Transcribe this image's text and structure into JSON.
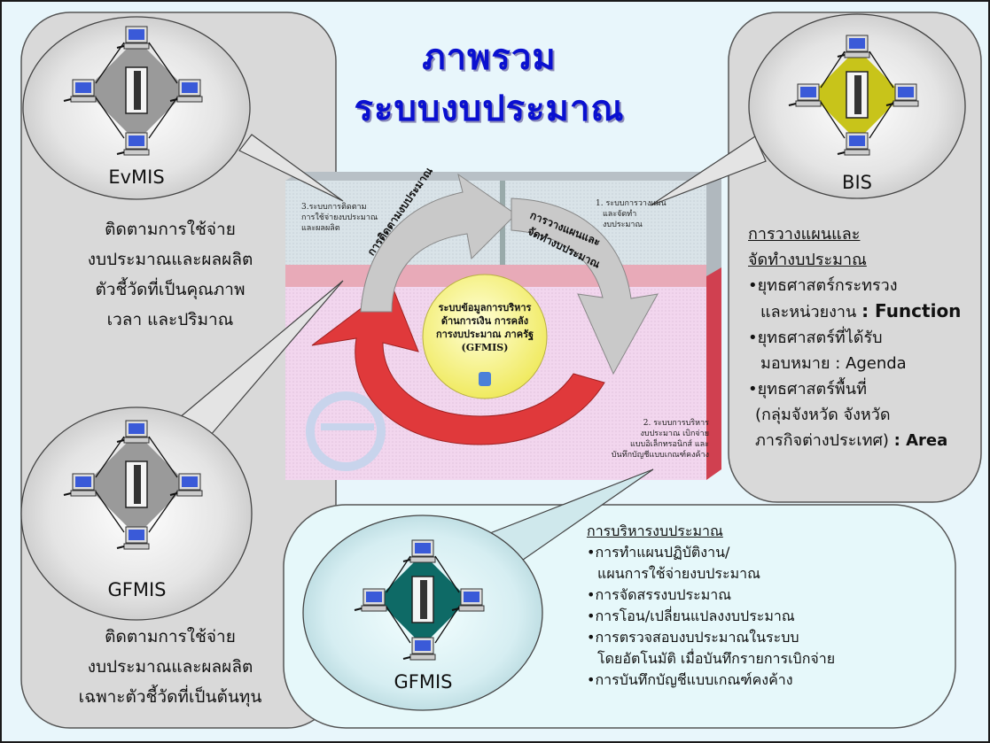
{
  "title": {
    "line1": "ภาพรวม",
    "line2": "ระบบงบประมาณ"
  },
  "evmis": {
    "label": "EvMIS",
    "desc": [
      "ติดตามการใช้จ่าย",
      "งบประมาณและผลผลิต",
      "ตัวชี้วัดที่เป็นคุณภาพ",
      "เวลา และปริมาณ"
    ]
  },
  "gfmis_left": {
    "label": "GFMIS",
    "desc": [
      "ติดตามการใช้จ่าย",
      "งบประมาณและผลผลิต",
      "เฉพาะตัวชี้วัดที่เป็นต้นทุน"
    ]
  },
  "bis": {
    "label": "BIS",
    "heading1": "การวางแผนและ",
    "heading2": "จัดทำงบประมาณ",
    "items": [
      "•ยุทธศาสตร์กระทรวง",
      "และหน่วยงาน",
      ": Function",
      "•ยุทธศาสตร์ที่ได้รับ",
      "มอบหมาย  :",
      "Agenda",
      "•ยุทธศาสตร์พื้นที่",
      "(กลุ่มจังหวัด จังหวัด",
      "ภารกิจต่างประเทศ)",
      ": Area"
    ]
  },
  "gfmis_bottom": {
    "label": "GFMIS",
    "heading": "การบริหารงบประมาณ",
    "items": [
      "•การทำแผนปฏิบัติงาน/",
      "แผนการใช้จ่ายงบประมาณ",
      "•การจัดสรรงบประมาณ",
      "•การโอน/เปลี่ยนแปลงงบประมาณ",
      "•การตรวจสอบงบประมาณในระบบ",
      "โดยอัตโนมัติ เมื่อบันทึกรายการเบิกจ่าย",
      "•การบันทึกบัญชีแบบเกณฑ์คงค้าง"
    ]
  },
  "center": {
    "core": [
      "ระบบข้อมูลการบริหาร",
      "ด้านการเงิน การคลัง",
      "การงบประมาณ ภาครัฐ",
      "(GFMIS)"
    ],
    "sys3": [
      "3.ระบบการติดตาม",
      "การใช้จ่ายงบประมาณ",
      "และผลผลิต"
    ],
    "sys1": [
      "1. ระบบการวางแผน",
      "และจัดทำ",
      "งบประมาณ"
    ],
    "sys2": [
      "2. ระบบการบริหาร",
      "งบประมาณ เบิกจ่าย",
      "แบบอิเล็กทรอนิกส์ และ",
      "บันทึกบัญชีแบบเกณฑ์คงค้าง"
    ],
    "arrow_left": "การติดตามงบประมาณ",
    "arrow_right1": "การวางแผนและ",
    "arrow_right2": "จัดทำงบประมาณ"
  },
  "colors": {
    "title": "#0a10d0",
    "bis_diamond": "#c8c41a",
    "gfmis_diamond": "#0e6a66",
    "evmis_diamond": "#9a9a9a",
    "cycle_red": "#e0393b"
  }
}
